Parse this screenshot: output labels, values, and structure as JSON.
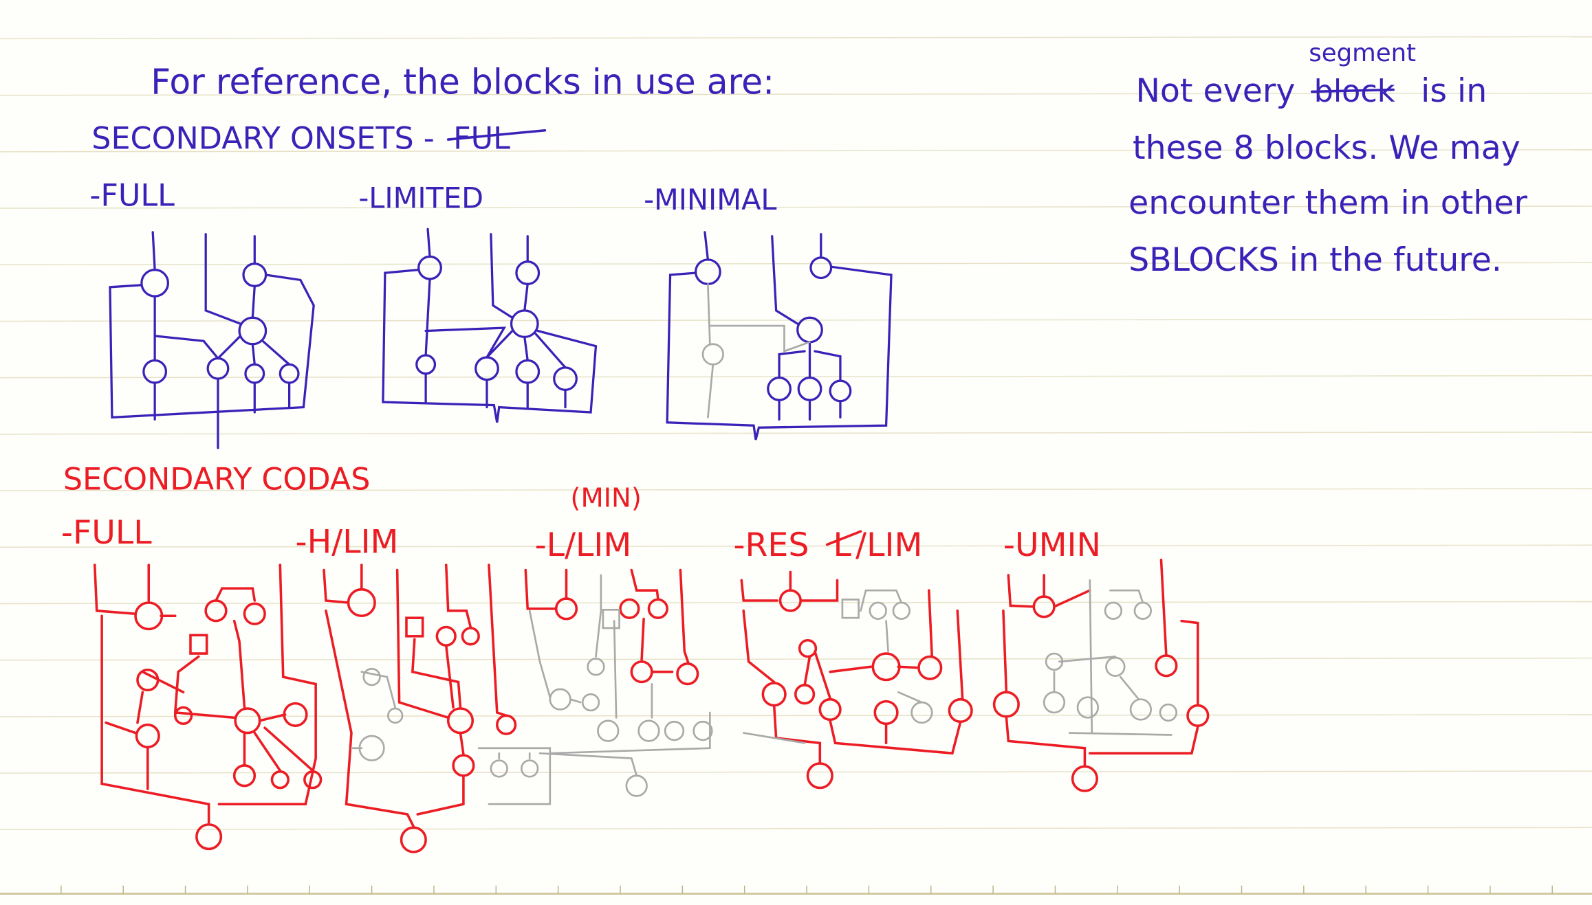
{
  "colors": {
    "blue_ink": "#3a22b8",
    "red_ink": "#ec1c24",
    "pencil": "#a9a9a9",
    "paper": "#fefefa"
  },
  "intro": "For   reference,   the   blocks   in   use   are:",
  "onsets": {
    "heading": "SECONDARY  ONSETS -",
    "heading_struck": "FUL",
    "blocks": [
      "-FULL",
      "-LIMITED",
      "-MINIMAL"
    ]
  },
  "codas": {
    "heading": "SECONDARY CODAS",
    "note_min": "(MIN)",
    "blocks": [
      "-FULL",
      "-H/LIM",
      "-L/LIM",
      "-RES",
      "L",
      "/LIM",
      "-UMIN"
    ]
  },
  "note": {
    "line1a": "Not  every",
    "insert": "segment",
    "struck": "block",
    "line1b": "is   in",
    "line2": "these  8  blocks.  We  may",
    "line3": "encounter  them  in  other",
    "line4": "SBLOCKS  in  the  future."
  }
}
